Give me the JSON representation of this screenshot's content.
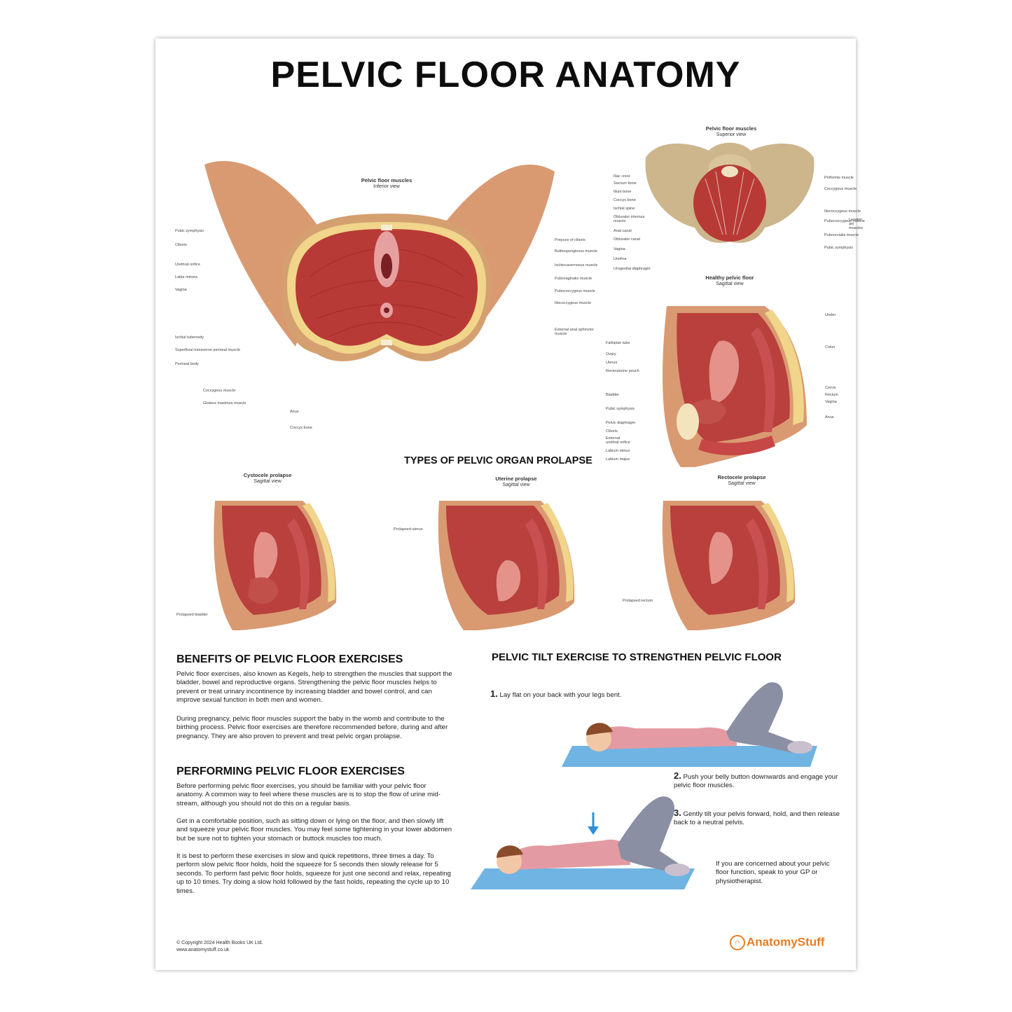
{
  "title": "PELVIC FLOOR ANATOMY",
  "inferior_view": {
    "caption_title": "Pelvic floor muscles",
    "caption_sub": "Inferior view",
    "labels_left": [
      "Pubic symphysis",
      "Clitoris",
      "Urethral orifice",
      "Labia minora",
      "Vagina",
      "Ischial tuberosity",
      "Superficial transverse perineal muscle",
      "Perineal body",
      "Coccygeus muscle",
      "Gluteus maximus muscle"
    ],
    "labels_right": [
      "Prepuce of clitoris",
      "Bulbospongiosus muscle",
      "Ischiocavernosus muscle",
      "Pubovaginalis muscle",
      "Pubococcygeus muscle",
      "Iliococcygeus muscle",
      "External anal sphincter muscle"
    ],
    "labels_bottom": [
      "Anus",
      "Coccyx bone"
    ]
  },
  "superior_view": {
    "caption_title": "Pelvic floor muscles",
    "caption_sub": "Superior view",
    "labels_left": [
      "Iliac crest",
      "Sacrum bone",
      "Ilium bone",
      "Coccyx bone",
      "Ischial spine",
      "Obturator internus muscle",
      "Anal canal",
      "Obturator canal",
      "Vagina",
      "Urethra",
      "Urogenital diaphragm"
    ],
    "labels_right": [
      "Piriformis muscle",
      "Coccygeus muscle",
      "Iliococcygeus muscle",
      "Pubococcygeus muscle",
      "Puborectalis muscle",
      "Pubic symphysis"
    ],
    "levator_label": "Levator ani muscles"
  },
  "sagittal_view": {
    "caption_title": "Healthy pelvic floor",
    "caption_sub": "Sagittal view",
    "labels_left": [
      "Fallopian tube",
      "Ovary",
      "Uterus",
      "Rectouterine pouch",
      "Bladder",
      "Pubic symphysis",
      "Pelvic diaphragm",
      "Clitoris",
      "External urethral orifice",
      "Labium minus",
      "Labium majus"
    ],
    "labels_right": [
      "Ureter",
      "Colon",
      "Cervix",
      "Rectum",
      "Vagina",
      "Anus"
    ]
  },
  "prolapse_section": {
    "heading": "TYPES OF PELVIC ORGAN PROLAPSE",
    "panels": [
      {
        "title": "Cystocele prolapse",
        "sub": "Sagittal view",
        "label": "Prolapsed bladder"
      },
      {
        "title": "Uterine prolapse",
        "sub": "Sagittal view",
        "label": "Prolapsed uterus"
      },
      {
        "title": "Rectocele prolapse",
        "sub": "Sagittal view",
        "label": "Prolapsed rectum"
      }
    ]
  },
  "benefits": {
    "heading": "BENEFITS OF PELVIC FLOOR EXERCISES",
    "p1": "Pelvic floor exercises, also known as Kegels, help to strengthen the muscles that support the bladder, bowel and reproductive organs. Strengthening the pelvic floor muscles helps to prevent or treat urinary incontinence by increasing bladder and bowel control, and can improve sexual function in both men and women.",
    "p2": "During pregnancy, pelvic floor muscles support the baby in the womb and contribute to the birthing process. Pelvic floor exercises are therefore recommended before, during and after pregnancy. They are also proven to prevent and treat pelvic organ prolapse."
  },
  "performing": {
    "heading": "PERFORMING PELVIC FLOOR EXERCISES",
    "p1": "Before performing pelvic floor exercises, you should be familiar with your pelvic floor anatomy. A common way to feel where these muscles are is to stop the flow of urine mid-stream, although you should not do this on a regular basis.",
    "p2": "Get in a comfortable position, such as sitting down or lying on the floor, and then slowly lift and squeeze your pelvic floor muscles. You may feel some tightening in your lower abdomen but be sure not to tighten your stomach or buttock muscles too much.",
    "p3": "It is best to perform these exercises in slow and quick repetitions, three times a day. To perform slow pelvic floor holds, hold the squeeze for 5 seconds then slowly release for 5 seconds. To perform fast pelvic floor holds, squeeze for just one second and relax, repeating up to 10 times. Try doing a slow hold followed by the fast holds, repeating the cycle up to 10 times."
  },
  "tilt": {
    "heading": "PELVIC TILT EXERCISE TO STRENGTHEN PELVIC FLOOR",
    "steps": [
      {
        "num": "1.",
        "text": "Lay flat on your back with your legs bent."
      },
      {
        "num": "2.",
        "text": "Push your belly button downwards and engage your pelvic floor muscles."
      },
      {
        "num": "3.",
        "text": "Gently tilt your pelvis forward, hold, and then release back to a neutral pelvis."
      }
    ],
    "note": "If you are concerned about your pelvic floor function, speak to your GP or physiotherapist."
  },
  "footer": {
    "copyright": "© Copyright 2024 Health Books UK Ltd.",
    "website": "www.anatomystuff.co.uk",
    "brand": "AnatomyStuff"
  }
}
